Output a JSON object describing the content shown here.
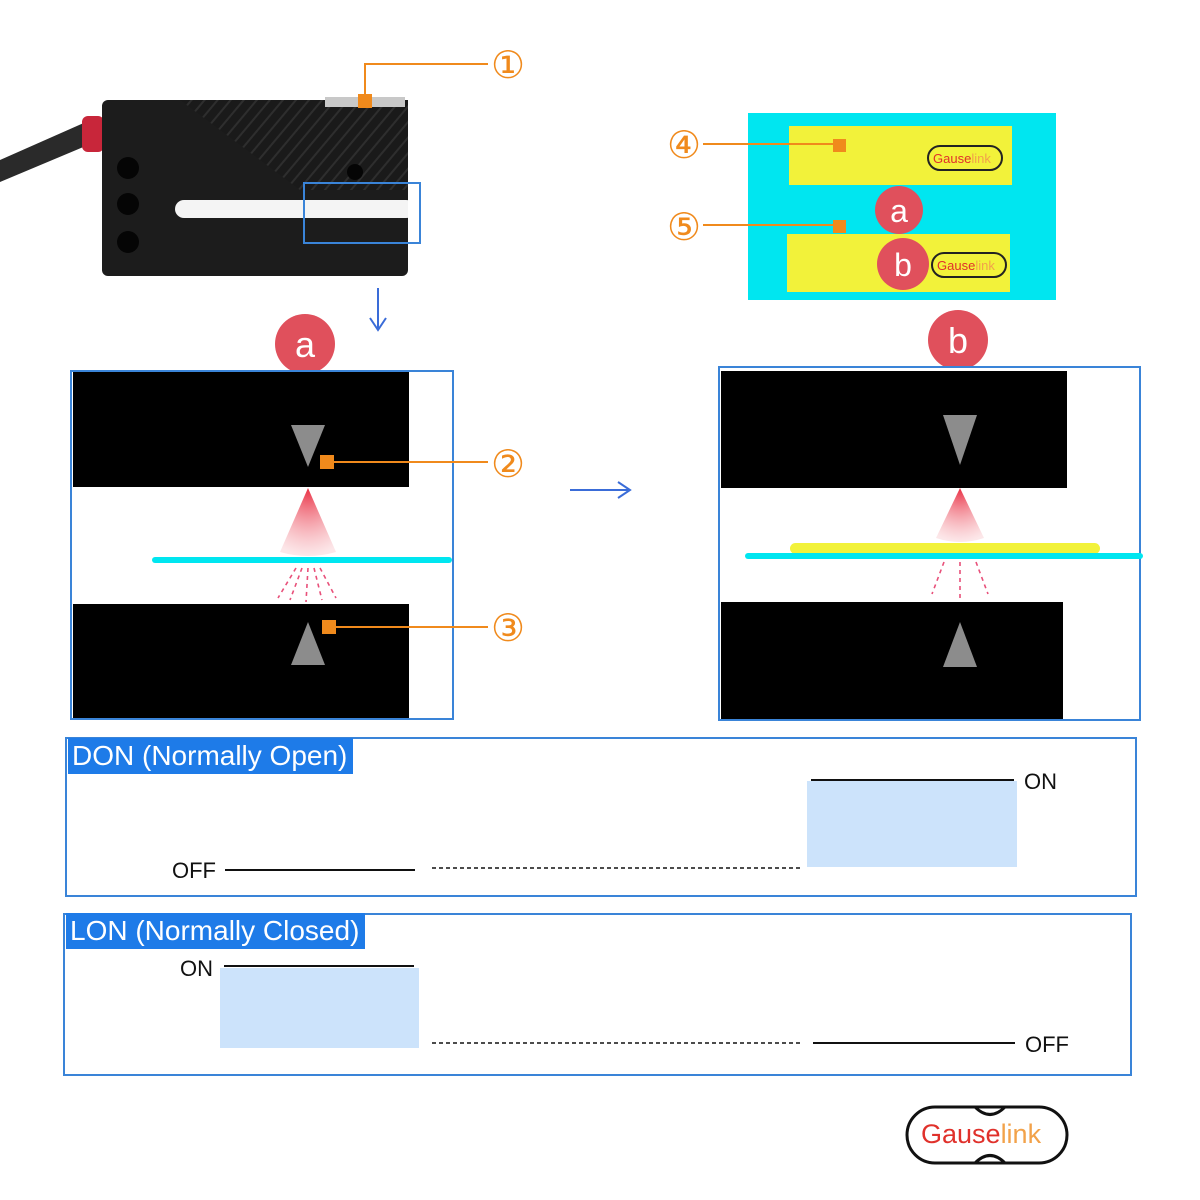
{
  "colors": {
    "accent_orange": "#f08a1c",
    "frame_blue": "#3a84d8",
    "title_bg_blue": "#1e7be8",
    "cyan": "#00e6f0",
    "yellow": "#f2f23a",
    "badge_red": "#e0505c",
    "active_fill": "#cce3fb",
    "brand_red": "#e0312b",
    "brand_orange": "#f2a24a"
  },
  "callouts": [
    "①",
    "②",
    "③",
    "④",
    "⑤"
  ],
  "badges": {
    "a": "a",
    "b": "b"
  },
  "label_card": {
    "badge_a": "a",
    "badge_b": "b",
    "strip_brand_gause": "Gause",
    "strip_brand_link": "link"
  },
  "don": {
    "title": "DON (Normally Open)",
    "on_label": "ON",
    "off_label": "OFF"
  },
  "lon": {
    "title": "LON (Normally Closed)",
    "on_label": "ON",
    "off_label": "OFF"
  },
  "brand": {
    "gause": "Gause",
    "link": "link"
  },
  "icons": [
    "photo-sensor-icon",
    "arrow-down-icon",
    "arrow-right-icon",
    "emitter-triangle-icon",
    "receiver-triangle-icon"
  ]
}
